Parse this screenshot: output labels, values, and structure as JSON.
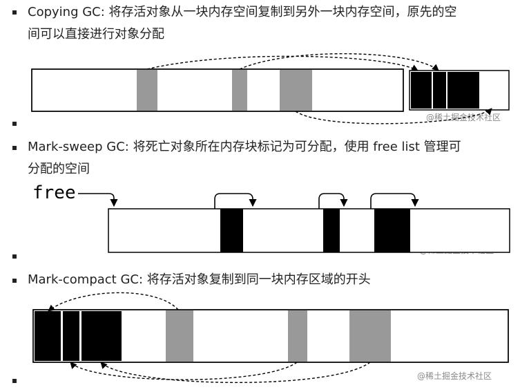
{
  "sections": [
    {
      "title_line1": "Copying GC: 将存活对象从一块内存空间复制到另外一块内存空间，原先的空",
      "title_line2": "间可以直接进行对象分配"
    },
    {
      "title_line1": "Mark-sweep GC: 将死亡对象所在内存块标记为可分配，使用 free list 管理可",
      "title_line2": "分配的空间",
      "free_label": "free"
    },
    {
      "title_line1": "Mark-compact GC: 将存活对象复制到同一块内存区域的开头"
    }
  ],
  "watermark": "@稀土掘金技术社区",
  "colors": {
    "live": "#999999",
    "dead": "#000000",
    "text": "#222222"
  }
}
